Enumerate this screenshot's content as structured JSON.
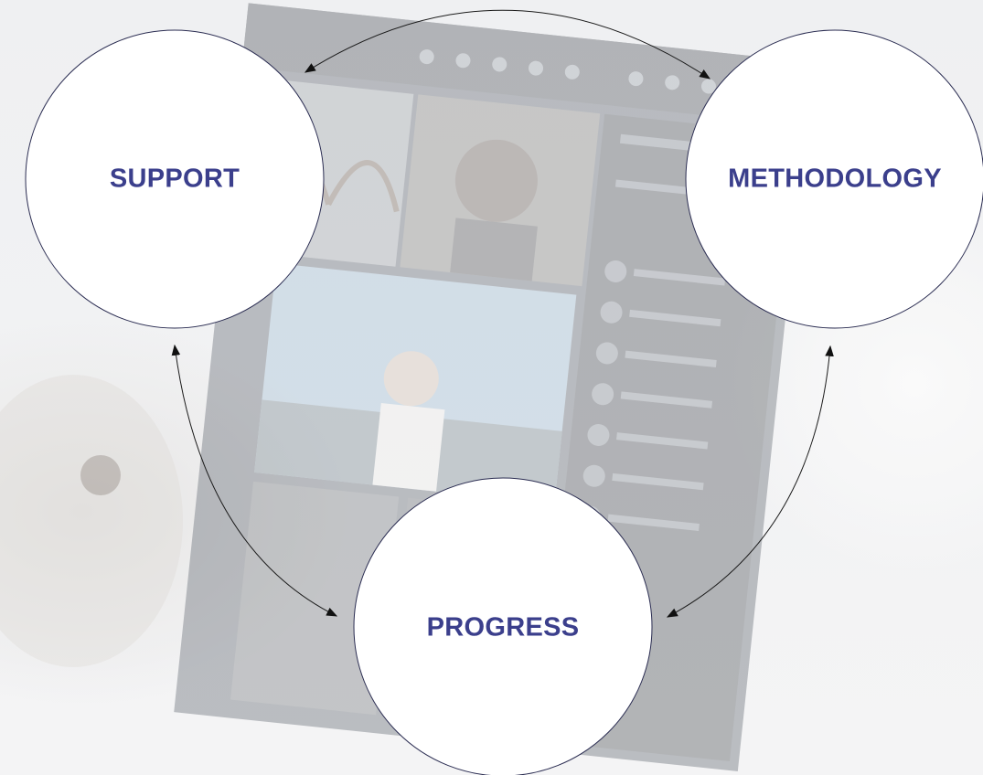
{
  "diagram": {
    "nodes": [
      {
        "id": "support",
        "label": "SUPPORT"
      },
      {
        "id": "methodology",
        "label": "METHODOLOGY"
      },
      {
        "id": "progress",
        "label": "PROGRESS"
      }
    ],
    "edges": [
      {
        "from": "support",
        "to": "methodology",
        "direction": "both"
      },
      {
        "from": "support",
        "to": "progress",
        "direction": "both"
      },
      {
        "from": "methodology",
        "to": "progress",
        "direction": "both"
      }
    ],
    "colors": {
      "label": "#3b3f8c",
      "circle_fill": "#ffffff",
      "circle_stroke": "#2b2d52",
      "connector": "#1a1a1a"
    }
  }
}
